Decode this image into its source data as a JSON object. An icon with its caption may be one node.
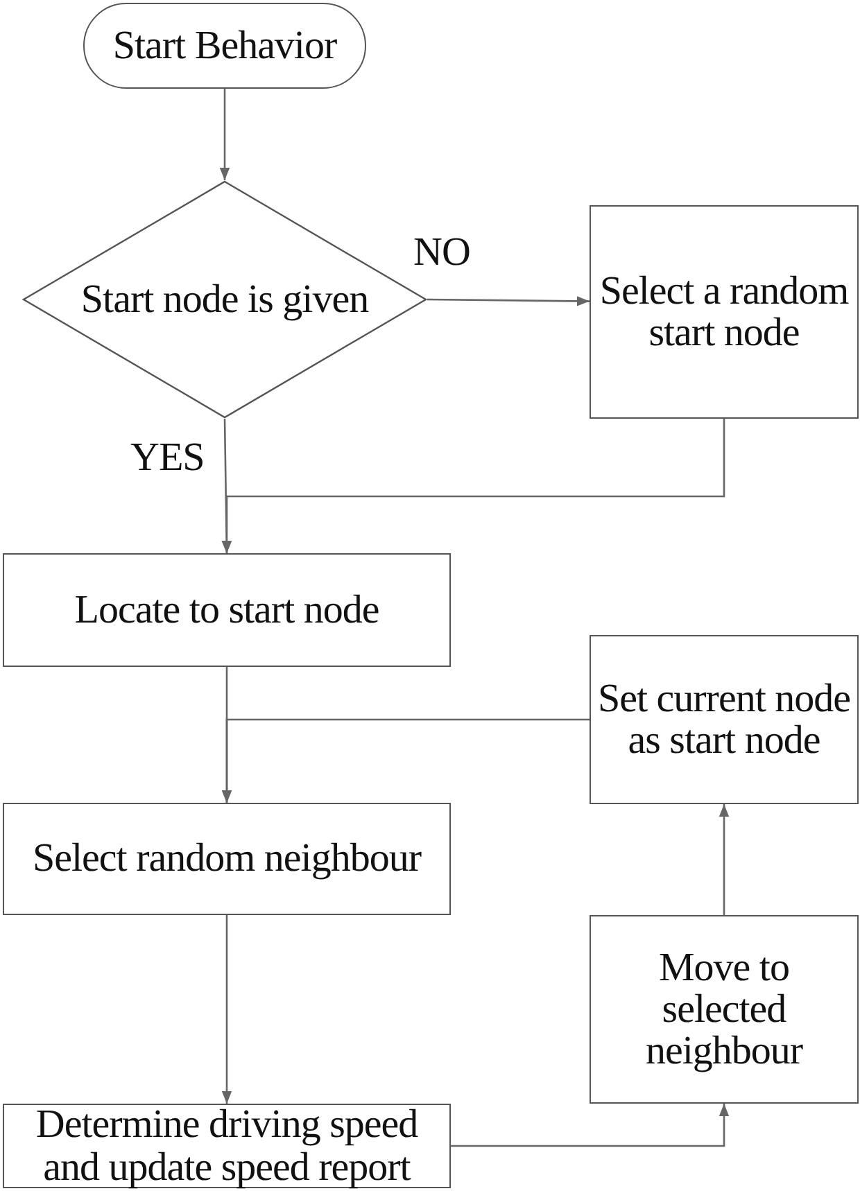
{
  "diagram": {
    "nodes": [
      {
        "text": [
          "Start Behavior"
        ]
      },
      {
        "text": [
          "Start node is given"
        ]
      },
      {
        "text": [
          "Select a random start node"
        ]
      },
      {
        "text": [
          "Locate to start node"
        ]
      },
      {
        "text": [
          "Set current node as start node"
        ]
      },
      {
        "text": [
          "Select random neighbour"
        ]
      },
      {
        "text": [
          "Move to selected neighbour"
        ]
      },
      {
        "text": [
          "Determine driving speed and update speed report"
        ]
      }
    ],
    "edges": [
      {
        "from": 0,
        "to": 1,
        "arrow": "to"
      },
      {
        "from": 1,
        "to": 2,
        "arrow": "to",
        "label": "NO"
      },
      {
        "from": 1,
        "to": 3,
        "arrow": "to",
        "label": "YES"
      },
      {
        "from": 2,
        "to": 3,
        "arrow": "to"
      },
      {
        "from": 3,
        "to": 5,
        "arrow": "to"
      },
      {
        "from": 4,
        "to": 5,
        "arrow": "to"
      },
      {
        "from": 5,
        "to": 7,
        "arrow": "to"
      },
      {
        "from": 7,
        "to": 6,
        "arrow": "to"
      },
      {
        "from": 6,
        "to": 4,
        "arrow": "to"
      }
    ]
  }
}
